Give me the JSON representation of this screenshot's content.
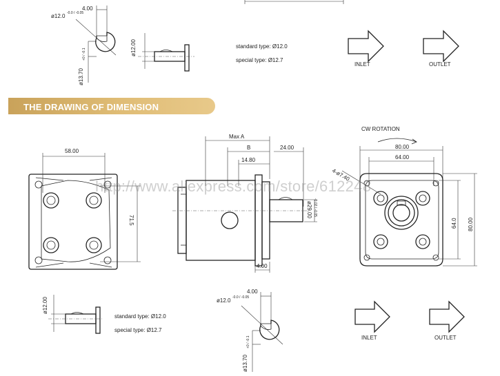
{
  "banner": {
    "title": "THE DRAWING OF DIMENSION"
  },
  "watermark": "http://www.aliexpress.com/store/612248",
  "colors": {
    "banner": "#d4af68",
    "banner_text": "#ffffff",
    "ink": "#222222"
  },
  "top": {
    "key_dim_width": "4.00",
    "key_dia": "ø12.0",
    "key_dia_tol": "-0.0 / -0.05",
    "key_height": "ø13.70",
    "key_height_tol": "+0 / -0.1",
    "shaft_dia": "ø12.00",
    "note_standard": "standard type: Ø12.0",
    "note_special": "special type: Ø12.7",
    "inlet": "INLET",
    "outlet": "OUTLET"
  },
  "front": {
    "width": "58.00",
    "height": "71.5"
  },
  "side": {
    "max_a": "Max A",
    "b": "B",
    "b_len": "14.80",
    "shaft_len": "24.00",
    "shaft_dia": "ø29.00",
    "shaft_tol": "-0.02 / -0.05",
    "flange": "4.00"
  },
  "rear": {
    "rotation": "CW ROTATION",
    "outer_w": "80.00",
    "inner_w": "64.00",
    "holes": "4-ø7.40",
    "inner_h": "64.0",
    "outer_h": "80.00"
  },
  "bottom": {
    "shaft_dia": "ø12.00",
    "note_standard": "standard type: Ø12.0",
    "note_special": "special type: Ø12.7",
    "key_dim_width": "4.00",
    "key_dia": "ø12.0",
    "key_dia_tol": "-0.0 / -0.05",
    "key_height": "ø13.70",
    "key_height_tol": "+0 / -0.1",
    "inlet": "INLET",
    "outlet": "OUTLET"
  }
}
